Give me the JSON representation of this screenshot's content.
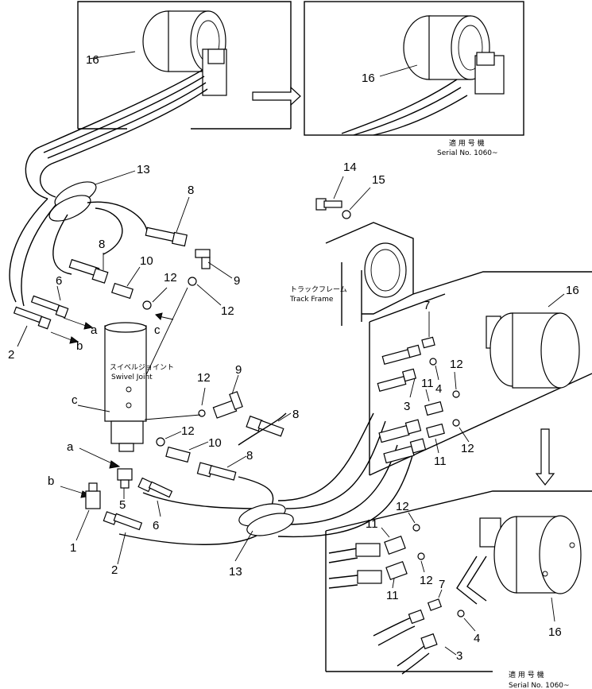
{
  "callouts": {
    "c1": "1",
    "c2a": "2",
    "c2b": "2",
    "c3a": "3",
    "c3b": "3",
    "c4a": "4",
    "c4b": "4",
    "c5": "5",
    "c6a": "6",
    "c6b": "6",
    "c7a": "7",
    "c7b": "7",
    "c8a": "8",
    "c8b": "8",
    "c8c": "8",
    "c8d": "8",
    "c9a": "9",
    "c9b": "9",
    "c10a": "10",
    "c10b": "10",
    "c11a": "11",
    "c11b": "11",
    "c11c": "11",
    "c11d": "11",
    "c12a": "12",
    "c12b": "12",
    "c12c": "12",
    "c12d": "12",
    "c12e": "12",
    "c12f": "12",
    "c12g": "12",
    "c12h": "12",
    "c13a": "13",
    "c13b": "13",
    "c14": "14",
    "c15": "15",
    "c16a": "16",
    "c16b": "16",
    "c16c": "16",
    "c16d": "16",
    "la1": "a",
    "la2": "a",
    "lb1": "b",
    "lb2": "b",
    "lc1": "c",
    "lc2": "c"
  },
  "labels": {
    "swivel_jp": "スイベルジョイント",
    "swivel_en": "Swivel Joint",
    "track_jp": "トラックフレーム",
    "track_en": "Track Frame",
    "applic_jp_top": "適 用 号 機",
    "serial_top": "Serial No. 1060~",
    "applic_jp_bottom": "適 用 号 機",
    "serial_bottom": "Serial No. 1060~"
  }
}
